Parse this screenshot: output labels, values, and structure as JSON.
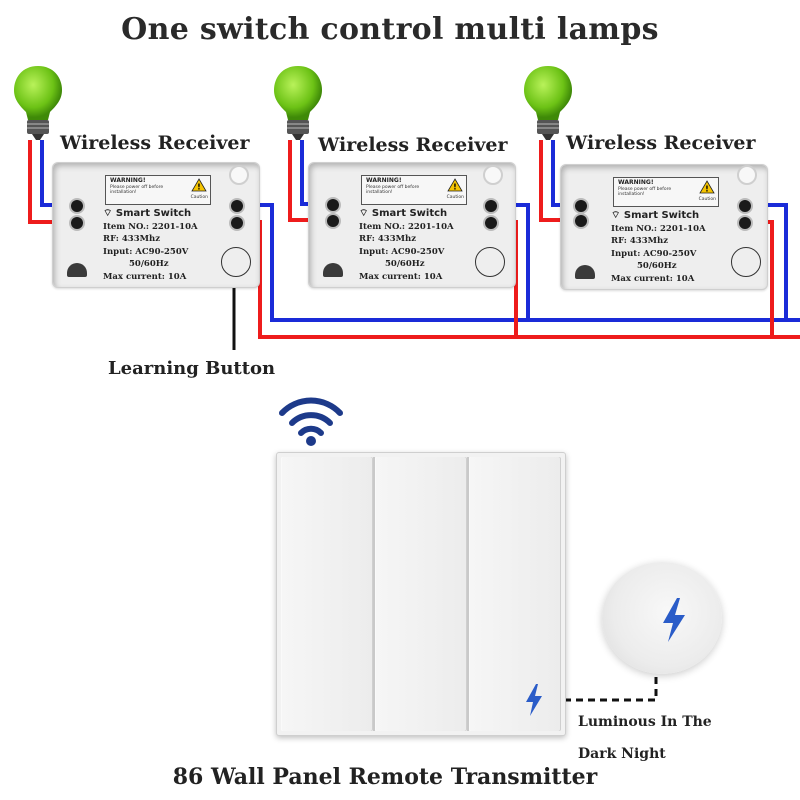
{
  "title": "One switch control multi lamps",
  "receivers": [
    {
      "label": "Wireless Receiver"
    },
    {
      "label": "Wireless Receiver"
    },
    {
      "label": "Wireless Receiver"
    }
  ],
  "receiver_box": {
    "warning_title": "WARNING!",
    "warning_text": "Please power off before installation!",
    "caution": "Caution",
    "brand": "Smart Switch",
    "item_no": "Item NO.: 2201-10A",
    "rf": "RF: 433Mhz",
    "input": "Input: AC90-250V",
    "freq": "50/60Hz",
    "max_current": "Max current: 10A"
  },
  "learning_button": "Learning Button",
  "luminous_line1": "Luminous In The",
  "luminous_line2": "Dark Night",
  "bottom_title": "86 Wall Panel Remote Transmitter",
  "colors": {
    "wire_red": "#ee1c1c",
    "wire_blue": "#1a2bd8",
    "bulb_green": "#7bd41a",
    "bolt_blue": "#2a5cc8",
    "wifi_blue": "#1d3a8a"
  },
  "icons": [
    "light-bulb-icon",
    "wifi-icon",
    "warning-icon",
    "lightning-bolt-icon"
  ]
}
